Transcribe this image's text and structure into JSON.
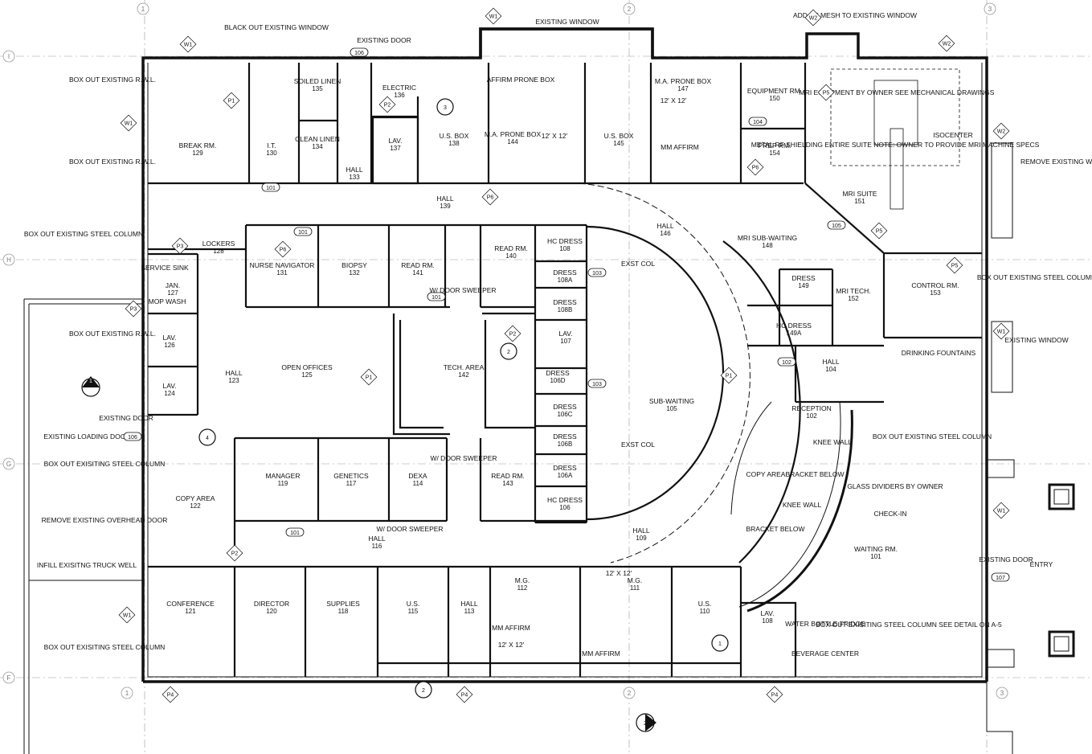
{
  "rooms": [
    {
      "name": "BREAK RM.",
      "num": "129"
    },
    {
      "name": "I.T.",
      "num": "130"
    },
    {
      "name": "SOILED LINEN",
      "num": "135"
    },
    {
      "name": "CLEAN LINEN",
      "num": "134"
    },
    {
      "name": "HALL",
      "num": "133"
    },
    {
      "name": "ELECTRIC",
      "num": "136"
    },
    {
      "name": "LAV.",
      "num": "137"
    },
    {
      "name": "U.S. BOX",
      "num": "138"
    },
    {
      "name": "AFFIRM PRONE BOX",
      "num": ""
    },
    {
      "name": "M.A. PRONE BOX",
      "num": "144"
    },
    {
      "name": "U.S. BOX",
      "num": "145"
    },
    {
      "name": "M.A. PRONE BOX",
      "num": "147"
    },
    {
      "name": "MM AFFIRM",
      "num": ""
    },
    {
      "name": "EQUIPMENT RM.",
      "num": "150"
    },
    {
      "name": "PREP RM.",
      "num": "154"
    },
    {
      "name": "MRI SUITE",
      "num": "151"
    },
    {
      "name": "HALL",
      "num": "139"
    },
    {
      "name": "HALL",
      "num": "146"
    },
    {
      "name": "MRI SUB-WAITING",
      "num": "148"
    },
    {
      "name": "LOCKERS",
      "num": "128"
    },
    {
      "name": "NURSE NAVIGATOR",
      "num": "131"
    },
    {
      "name": "BIOPSY",
      "num": "132"
    },
    {
      "name": "READ RM.",
      "num": "141"
    },
    {
      "name": "READ RM.",
      "num": "140"
    },
    {
      "name": "HC DRESS",
      "num": "108"
    },
    {
      "name": "DRESS",
      "num": "108A"
    },
    {
      "name": "DRESS",
      "num": "108B"
    },
    {
      "name": "SERVICE SINK",
      "num": ""
    },
    {
      "name": "JAN.",
      "num": "127"
    },
    {
      "name": "MOP WASH",
      "num": ""
    },
    {
      "name": "LAV.",
      "num": "126"
    },
    {
      "name": "LAV.",
      "num": "124"
    },
    {
      "name": "HALL",
      "num": "123"
    },
    {
      "name": "OPEN OFFICES",
      "num": "125"
    },
    {
      "name": "TECH. AREA",
      "num": "142"
    },
    {
      "name": "LAV.",
      "num": "107"
    },
    {
      "name": "DRESS",
      "num": "106D"
    },
    {
      "name": "DRESS",
      "num": "106C"
    },
    {
      "name": "DRESS",
      "num": "106B"
    },
    {
      "name": "DRESS",
      "num": "106A"
    },
    {
      "name": "HC DRESS",
      "num": "106"
    },
    {
      "name": "SUB-WAITING",
      "num": "105"
    },
    {
      "name": "DRESS",
      "num": "149"
    },
    {
      "name": "HC DRESS",
      "num": "149A"
    },
    {
      "name": "MRI TECH.",
      "num": "152"
    },
    {
      "name": "CONTROL RM.",
      "num": "153"
    },
    {
      "name": "HALL",
      "num": "104"
    },
    {
      "name": "RECEPTION",
      "num": "102"
    },
    {
      "name": "MANAGER",
      "num": "119"
    },
    {
      "name": "GENETICS",
      "num": "117"
    },
    {
      "name": "DEXA",
      "num": "114"
    },
    {
      "name": "READ RM.",
      "num": "143"
    },
    {
      "name": "COPY AREA",
      "num": "122"
    },
    {
      "name": "HALL",
      "num": "116"
    },
    {
      "name": "HALL",
      "num": "109"
    },
    {
      "name": "COPY AREA",
      "num": ""
    },
    {
      "name": "WAITING RM.",
      "num": "101"
    },
    {
      "name": "CONFERENCE",
      "num": "121"
    },
    {
      "name": "DIRECTOR",
      "num": "120"
    },
    {
      "name": "SUPPLIES",
      "num": "118"
    },
    {
      "name": "U.S.",
      "num": "115"
    },
    {
      "name": "HALL",
      "num": "113"
    },
    {
      "name": "M.G.",
      "num": "112"
    },
    {
      "name": "M.G.",
      "num": "111"
    },
    {
      "name": "MM AFFIRM",
      "num": ""
    },
    {
      "name": "MM AFFIRM",
      "num": ""
    },
    {
      "name": "U.S.",
      "num": "110"
    },
    {
      "name": "LAV.",
      "num": "108"
    }
  ],
  "notes": [
    "BLACK OUT EXISTING WINDOW",
    "EXISTING DOOR",
    "EXISTING WINDOW",
    "ADD RF MESH TO EXISTING WINDOW",
    "BOX OUT EXISTING R.W.L.",
    "BOX OUT EXISTING R.W.L.",
    "BOX OUT EXISTING STEEL COLUMN",
    "BOX OUT EXISTING R.W.L.",
    "EXISTING DOOR",
    "EXISTING LOADING DOCK",
    "BOX OUT EXISITING STEEL COLUMN",
    "REMOVE EXISTING OVERHEAD DOOR",
    "INFILL EXISITNG TRUCK WELL",
    "BOX OUT EXISITING STEEL COLUMN",
    "MRI EQUIPMENT BY OWNER SEE MECHANICAL DRAWINGS",
    "ISOCENTER",
    "METAL RF SHIELDING ENTIRE SUITE NOTE: OWNER TO PROVIDE MRI MACHINE SPECS",
    "REMOVE EXISTING WINDOW FOR MRI MACHINE ACCESS. ADD RF MESH AND RE-INSTALL",
    "BOX OUT EXISTING STEEL COLUMN",
    "EXISTING WINDOW",
    "DRINKING FOUNTAINS",
    "BOX OUT EXISTING STEEL COLUMN",
    "KNEE WALL",
    "BRACKET BELOW",
    "GLASS DIVIDERS BY OWNER",
    "CHECK-IN",
    "KNEE WALL",
    "BRACKET BELOW",
    "EXISTING DOOR",
    "ENTRY",
    "BOX OUT EXISITING STEEL COLUMN SEE DETAIL ON A-5",
    "WATER BOTTLE FRIDGE",
    "BEVERAGE CENTER",
    "W/ DOOR SWEEPER",
    "W/ DOOR SWEEPER",
    "W/ DOOR SWEEPER",
    "EXST COL",
    "EXST COL",
    "12' X 12'",
    "12' X 12'",
    "12' X 12'",
    "12' X 12'"
  ],
  "door_tags": [
    "106",
    "101",
    "103",
    "102",
    "104",
    "105",
    "107"
  ],
  "wall_tags": [
    "W1",
    "W2",
    "P1",
    "P2",
    "P3",
    "P4",
    "P5",
    "P6"
  ],
  "grid_bubbles": [
    "1",
    "2",
    "3",
    "F",
    "G",
    "H",
    "I"
  ],
  "section_marks": [
    "1",
    "2",
    "3",
    "4"
  ]
}
